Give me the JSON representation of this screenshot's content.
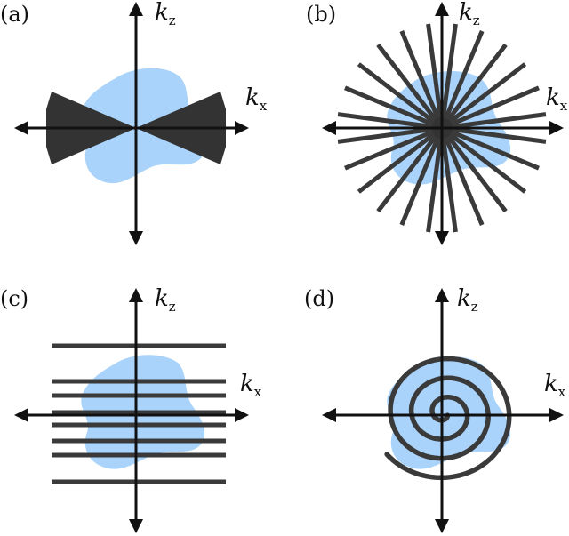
{
  "panels": [
    {
      "label": "(a)",
      "x_axis": {
        "var": "k",
        "sub": "x"
      },
      "z_axis": {
        "var": "k",
        "sub": "z"
      },
      "pattern": "double-wedge"
    },
    {
      "label": "(b)",
      "x_axis": {
        "var": "k",
        "sub": "x"
      },
      "z_axis": {
        "var": "k",
        "sub": "z"
      },
      "pattern": "radial-lines"
    },
    {
      "label": "(c)",
      "x_axis": {
        "var": "k",
        "sub": "x"
      },
      "z_axis": {
        "var": "k",
        "sub": "z"
      },
      "pattern": "parallel-lines"
    },
    {
      "label": "(d)",
      "x_axis": {
        "var": "k",
        "sub": "x"
      },
      "z_axis": {
        "var": "k",
        "sub": "z"
      },
      "pattern": "spiral"
    }
  ],
  "colors": {
    "blob": "#a9d3fa",
    "trajectory": "#3a3a3a",
    "axis": "#111111"
  }
}
